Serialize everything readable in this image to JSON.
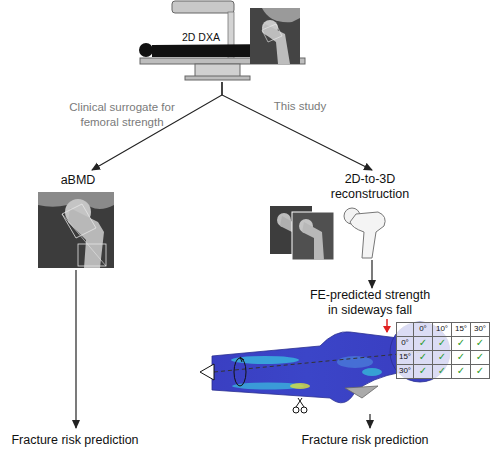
{
  "diagram": {
    "nodes": [
      {
        "text": [
          "2D DXA"
        ]
      },
      {
        "text": [
          "aBMD"
        ]
      },
      {
        "text": [
          "2D-to-3D reconstruction"
        ]
      },
      {
        "text": [
          "FE-predicted strength in sideways fall"
        ]
      },
      {
        "text": [
          "Fracture risk prediction"
        ]
      },
      {
        "text": [
          "Fracture risk prediction"
        ]
      }
    ],
    "edges": [
      {
        "from": 0,
        "to": 1,
        "label": "Clinical surrogate for femoral strength",
        "arrow": "to"
      },
      {
        "from": 0,
        "to": 2,
        "label": "This study",
        "arrow": "to"
      },
      {
        "from": 1,
        "to": 4,
        "arrow": "to"
      },
      {
        "from": 2,
        "to": 3,
        "arrow": "to"
      },
      {
        "from": 3,
        "to": 5,
        "arrow": "to"
      }
    ],
    "labels": [
      "0°",
      "10°",
      "15°",
      "30°",
      "0°",
      "✓",
      "✓",
      "✓",
      "✓",
      "15°",
      "✓",
      "✓",
      "✓",
      "✓",
      "30°",
      "✓",
      "✓",
      "✓",
      "✓"
    ]
  }
}
